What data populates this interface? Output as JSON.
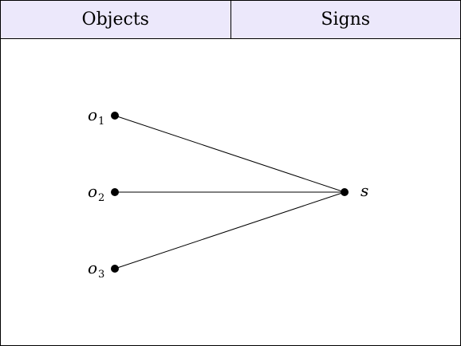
{
  "header": {
    "left_label": "Objects",
    "right_label": "Signs"
  },
  "diagram": {
    "objects": [
      {
        "base": "o",
        "sub": "1"
      },
      {
        "base": "o",
        "sub": "2"
      },
      {
        "base": "o",
        "sub": "3"
      }
    ],
    "sign": {
      "base": "s"
    },
    "edges": [
      {
        "from": "o1",
        "to": "s"
      },
      {
        "from": "o2",
        "to": "s"
      },
      {
        "from": "o3",
        "to": "s"
      }
    ]
  }
}
